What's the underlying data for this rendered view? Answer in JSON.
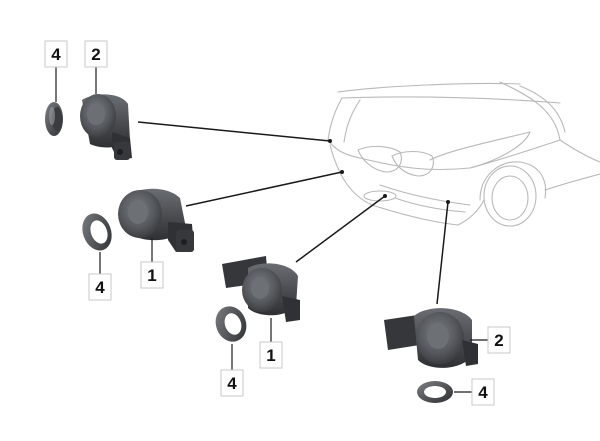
{
  "callouts": {
    "sensor_top_left": {
      "type_label": "2",
      "ring_label": "4"
    },
    "sensor_mid_left": {
      "type_label": "1",
      "ring_label": "4"
    },
    "sensor_center": {
      "type_label": "1",
      "ring_label": "4"
    },
    "sensor_right": {
      "type_label": "2",
      "ring_label": "4"
    }
  },
  "colors": {
    "sensor_body": "#4a4c50",
    "sensor_shadow": "#2b2d30",
    "outline": "#b9b9b9",
    "leader": "#1a1a1a"
  },
  "icons": {
    "sensor": "parking-sensor-icon",
    "ring": "seal-ring-icon",
    "car": "car-front-outline"
  }
}
